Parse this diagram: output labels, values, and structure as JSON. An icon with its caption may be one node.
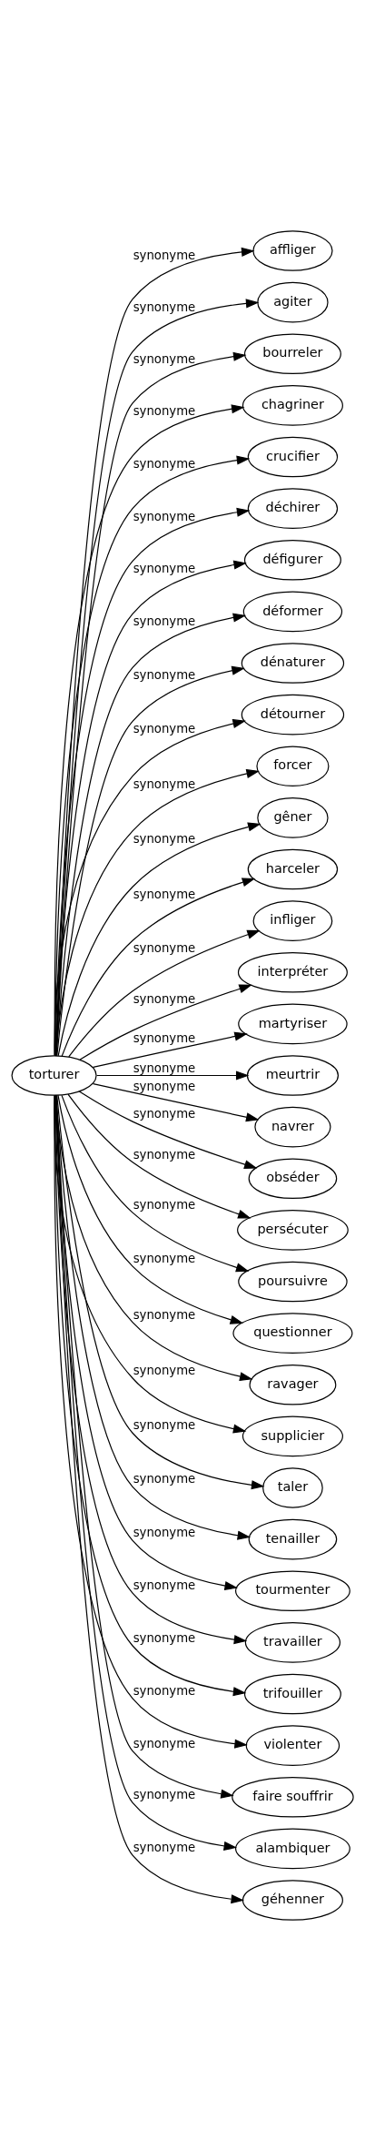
{
  "diagram": {
    "nodes": [
      {
        "text": [
          "torturer"
        ]
      },
      {
        "text": [
          "affliger"
        ]
      },
      {
        "text": [
          "agiter"
        ]
      },
      {
        "text": [
          "bourreler"
        ]
      },
      {
        "text": [
          "chagriner"
        ]
      },
      {
        "text": [
          "crucifier"
        ]
      },
      {
        "text": [
          "déchirer"
        ]
      },
      {
        "text": [
          "défigurer"
        ]
      },
      {
        "text": [
          "déformer"
        ]
      },
      {
        "text": [
          "dénaturer"
        ]
      },
      {
        "text": [
          "détourner"
        ]
      },
      {
        "text": [
          "forcer"
        ]
      },
      {
        "text": [
          "gêner"
        ]
      },
      {
        "text": [
          "harceler"
        ]
      },
      {
        "text": [
          "infliger"
        ]
      },
      {
        "text": [
          "interpréter"
        ]
      },
      {
        "text": [
          "martyriser"
        ]
      },
      {
        "text": [
          "meurtrir"
        ]
      },
      {
        "text": [
          "navrer"
        ]
      },
      {
        "text": [
          "obséder"
        ]
      },
      {
        "text": [
          "persécuter"
        ]
      },
      {
        "text": [
          "poursuivre"
        ]
      },
      {
        "text": [
          "questionner"
        ]
      },
      {
        "text": [
          "ravager"
        ]
      },
      {
        "text": [
          "supplicier"
        ]
      },
      {
        "text": [
          "taler"
        ]
      },
      {
        "text": [
          "tenailler"
        ]
      },
      {
        "text": [
          "tourmenter"
        ]
      },
      {
        "text": [
          "travailler"
        ]
      },
      {
        "text": [
          "trifouiller"
        ]
      },
      {
        "text": [
          "violenter"
        ]
      },
      {
        "text": [
          "faire souffrir"
        ]
      },
      {
        "text": [
          "alambiquer"
        ]
      },
      {
        "text": [
          "géhenner"
        ]
      }
    ],
    "edges": [
      {
        "from": 0,
        "to": 1,
        "arrow": "to",
        "label": "synonyme"
      },
      {
        "from": 0,
        "to": 2,
        "arrow": "to",
        "label": "synonyme"
      },
      {
        "from": 0,
        "to": 3,
        "arrow": "to",
        "label": "synonyme"
      },
      {
        "from": 0,
        "to": 4,
        "arrow": "to",
        "label": "synonyme"
      },
      {
        "from": 0,
        "to": 5,
        "arrow": "to",
        "label": "synonyme"
      },
      {
        "from": 0,
        "to": 6,
        "arrow": "to",
        "label": "synonyme"
      },
      {
        "from": 0,
        "to": 7,
        "arrow": "to",
        "label": "synonyme"
      },
      {
        "from": 0,
        "to": 8,
        "arrow": "to",
        "label": "synonyme"
      },
      {
        "from": 0,
        "to": 9,
        "arrow": "to",
        "label": "synonyme"
      },
      {
        "from": 0,
        "to": 10,
        "arrow": "to",
        "label": "synonyme"
      },
      {
        "from": 0,
        "to": 11,
        "arrow": "to",
        "label": "synonyme"
      },
      {
        "from": 0,
        "to": 12,
        "arrow": "to",
        "label": "synonyme"
      },
      {
        "from": 0,
        "to": 13,
        "arrow": "to",
        "label": "synonyme"
      },
      {
        "from": 0,
        "to": 14,
        "arrow": "to",
        "label": "synonyme"
      },
      {
        "from": 0,
        "to": 15,
        "arrow": "to",
        "label": "synonyme"
      },
      {
        "from": 0,
        "to": 16,
        "arrow": "to",
        "label": "synonyme"
      },
      {
        "from": 0,
        "to": 17,
        "arrow": "to",
        "label": "synonyme"
      },
      {
        "from": 0,
        "to": 18,
        "arrow": "to",
        "label": "synonyme"
      },
      {
        "from": 0,
        "to": 19,
        "arrow": "to",
        "label": "synonyme"
      },
      {
        "from": 0,
        "to": 20,
        "arrow": "to",
        "label": "synonyme"
      },
      {
        "from": 0,
        "to": 21,
        "arrow": "to",
        "label": "synonyme"
      },
      {
        "from": 0,
        "to": 22,
        "arrow": "to",
        "label": "synonyme"
      },
      {
        "from": 0,
        "to": 23,
        "arrow": "to",
        "label": "synonyme"
      },
      {
        "from": 0,
        "to": 24,
        "arrow": "to",
        "label": "synonyme"
      },
      {
        "from": 0,
        "to": 25,
        "arrow": "to",
        "label": "synonyme"
      },
      {
        "from": 0,
        "to": 26,
        "arrow": "to",
        "label": "synonyme"
      },
      {
        "from": 0,
        "to": 27,
        "arrow": "to",
        "label": "synonyme"
      },
      {
        "from": 0,
        "to": 28,
        "arrow": "to",
        "label": "synonyme"
      },
      {
        "from": 0,
        "to": 29,
        "arrow": "to",
        "label": "synonyme"
      },
      {
        "from": 0,
        "to": 30,
        "arrow": "to",
        "label": "synonyme"
      },
      {
        "from": 0,
        "to": 31,
        "arrow": "to",
        "label": "synonyme"
      },
      {
        "from": 0,
        "to": 32,
        "arrow": "to",
        "label": "synonyme"
      },
      {
        "from": 0,
        "to": 33,
        "arrow": "to",
        "label": "synonyme"
      }
    ]
  }
}
